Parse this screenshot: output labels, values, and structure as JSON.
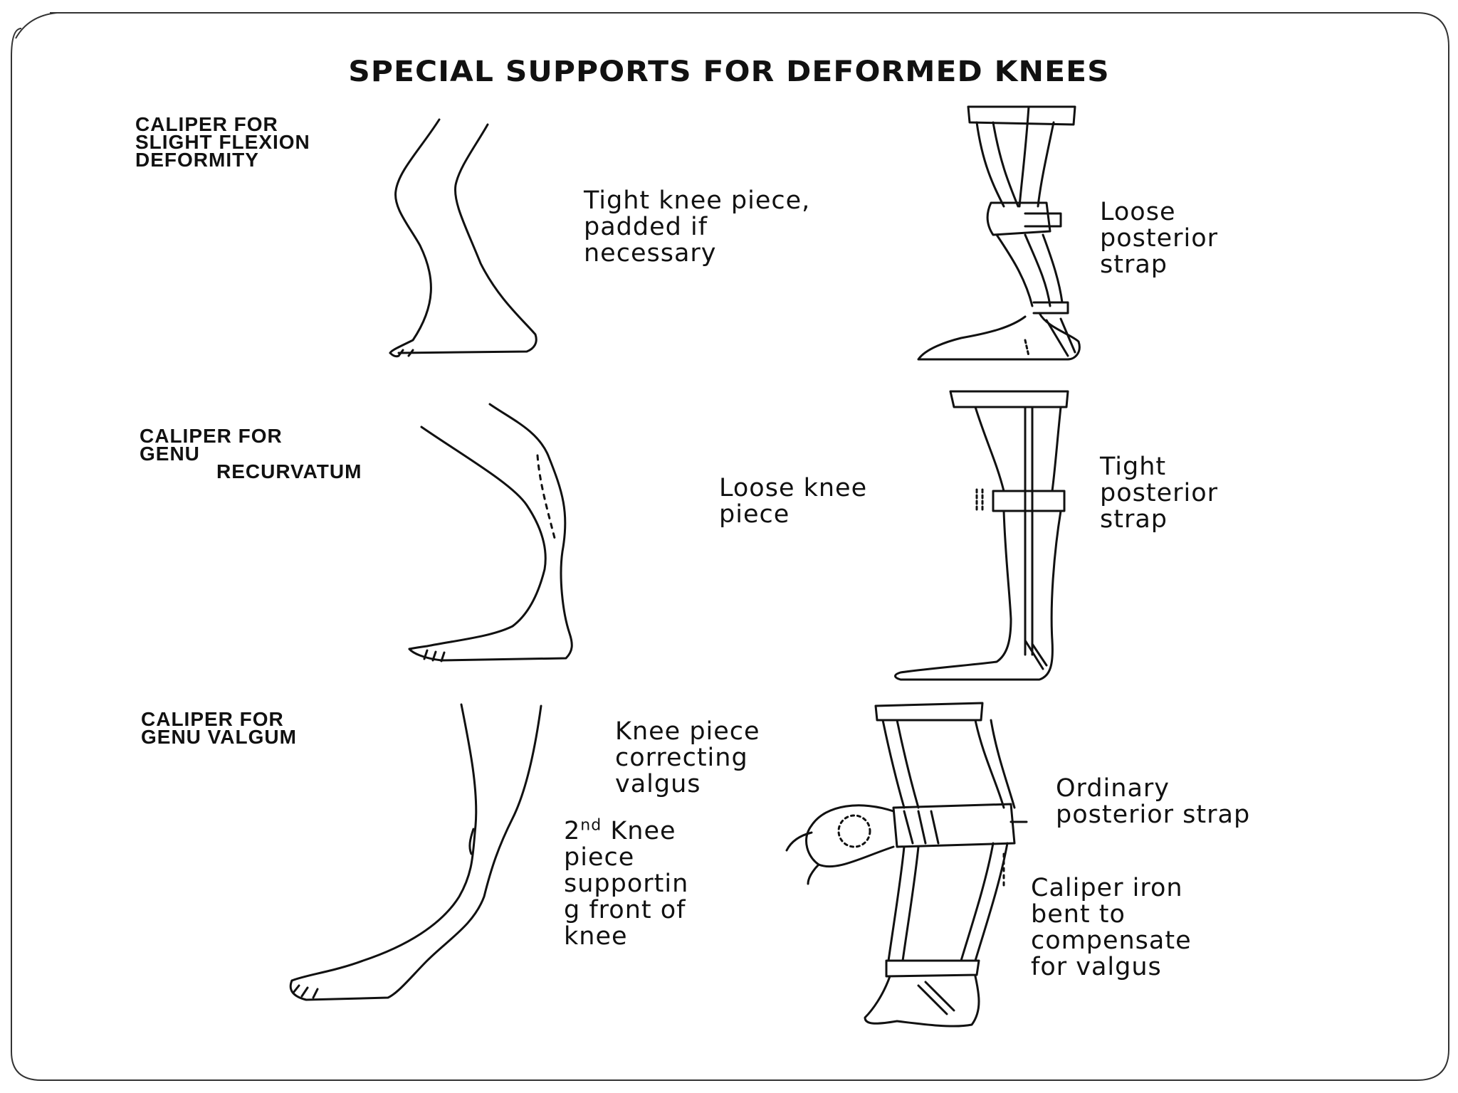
{
  "title": "SPECIAL SUPPORTS FOR DEFORMED KNEES",
  "sections": [
    {
      "label_lines": [
        "CALIPER FOR",
        "SLIGHT FLEXION",
        "DEFORMITY"
      ],
      "annotations": [
        {
          "lines": [
            "Tight knee piece,",
            "padded if",
            "necessary"
          ]
        },
        {
          "lines": [
            "Loose",
            "posterior",
            "strap"
          ]
        }
      ]
    },
    {
      "label_lines": [
        "CALIPER FOR",
        "GENU",
        "RECURVATUM"
      ],
      "annotations": [
        {
          "lines": [
            "Loose knee",
            "piece"
          ]
        },
        {
          "lines": [
            "Tight",
            "posterior",
            "strap"
          ]
        }
      ]
    },
    {
      "label_lines": [
        "CALIPER FOR",
        "GENU VALGUM"
      ],
      "annotations": [
        {
          "lines": [
            "Knee piece",
            "correcting",
            "valgus"
          ]
        },
        {
          "lines": [
            "Ordinary",
            "posterior strap"
          ]
        },
        {
          "first_prefix": "2",
          "first_sup": "nd",
          "first_suffix": " Knee",
          "lines": [
            "piece",
            "supportin",
            "g front of",
            "knee"
          ]
        },
        {
          "lines": [
            "Caliper iron",
            "bent to",
            "compensate",
            "for valgus"
          ]
        }
      ]
    }
  ]
}
